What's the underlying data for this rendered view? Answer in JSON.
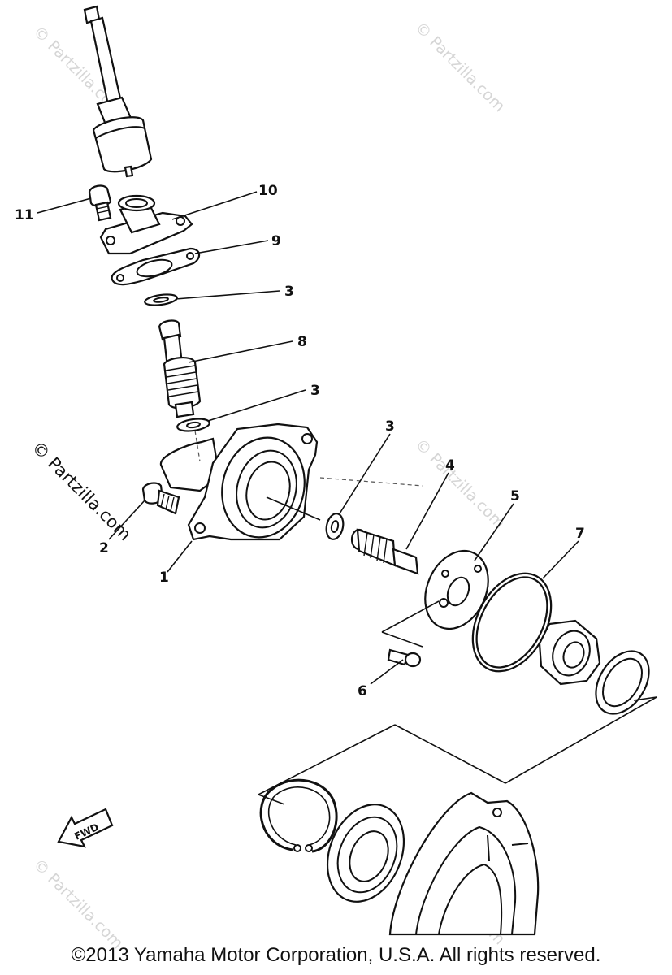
{
  "callouts": {
    "c1": "1",
    "c2": "2",
    "c3a": "3",
    "c3b": "3",
    "c3c": "3",
    "c4": "4",
    "c5": "5",
    "c6": "6",
    "c7": "7",
    "c8": "8",
    "c9": "9",
    "c10": "10",
    "c11": "11"
  },
  "fwd_label": "FWD",
  "watermark": "© Partzilla.com",
  "copyright": "©2013 Yamaha Motor Corporation, U.S.A. All rights reserved."
}
